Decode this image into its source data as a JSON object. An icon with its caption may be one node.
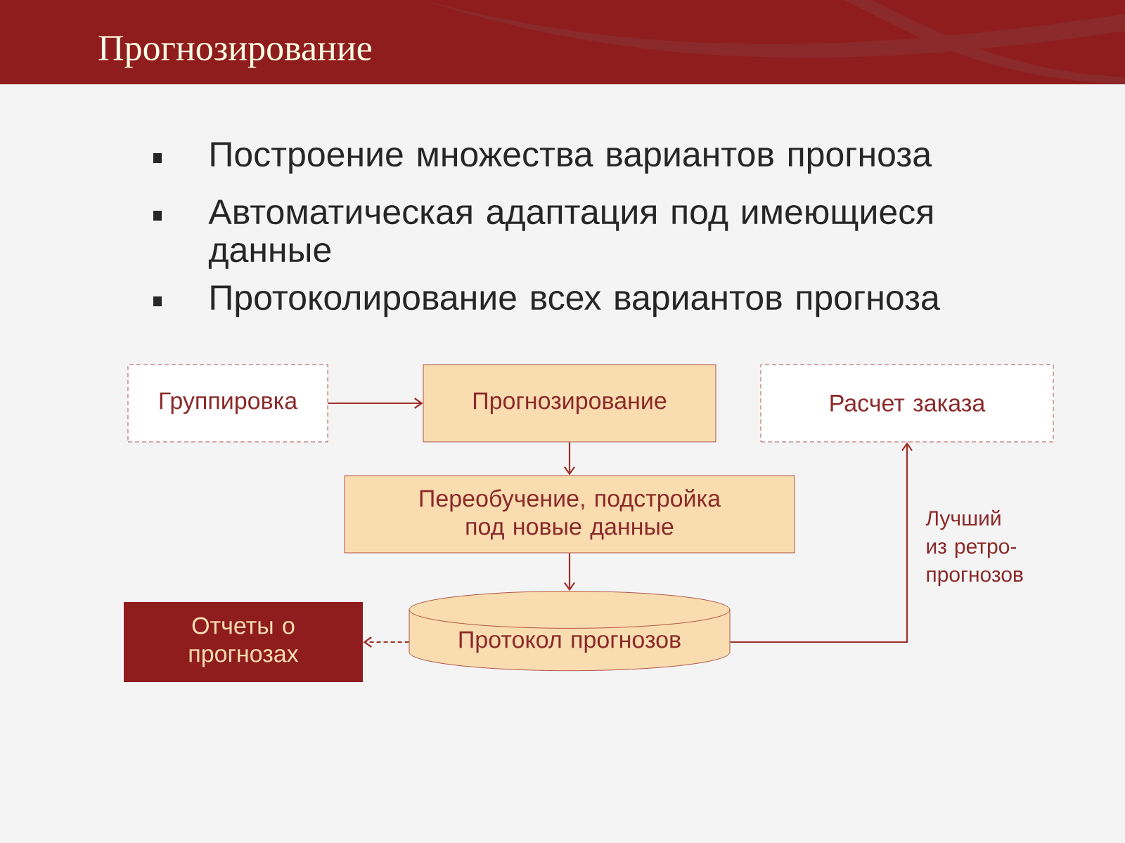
{
  "diagram": {
    "title": "Прогнозирование",
    "nodes": [
      {
        "text": [
          "Группировка"
        ]
      },
      {
        "text": [
          "Прогнозирование"
        ]
      },
      {
        "text": [
          "Переобучение, подстройка под новые данные"
        ]
      },
      {
        "text": [
          "Расчет заказа"
        ]
      },
      {
        "text": [
          "Отчеты о прогнозах"
        ]
      },
      {
        "text": [
          "Протокол прогнозов"
        ]
      }
    ],
    "edges": [
      {
        "from": 0,
        "to": 1,
        "arrow": "to"
      },
      {
        "from": 1,
        "to": 2,
        "arrow": "to"
      },
      {
        "from": 2,
        "to": 5,
        "arrow": "to"
      },
      {
        "from": 5,
        "to": 4,
        "arrow": "to",
        "style": "dashed"
      },
      {
        "from": 5,
        "to": 3,
        "arrow": "to",
        "label": "Лучший из ретро-прогнозов"
      }
    ],
    "labels": [
      "Построение множества вариантов прогноза",
      "Автоматическая адаптация под имеющиеся данные",
      "Протоколирование всех вариантов прогноза"
    ]
  }
}
